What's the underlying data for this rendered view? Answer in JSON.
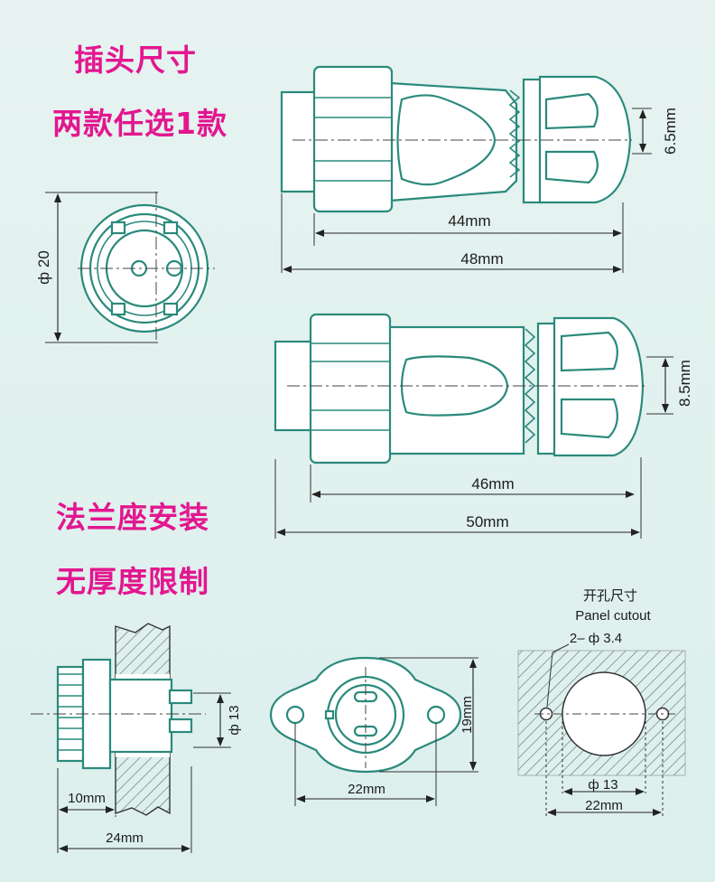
{
  "headings": {
    "plug_size": "插头尺寸",
    "two_models": "两款任选1款",
    "flange_mount": "法兰座安装",
    "no_thickness_limit": "无厚度限制"
  },
  "labels": {
    "phi20": "ф 20",
    "mm44": "44mm",
    "mm48": "48mm",
    "mm6_5": "6.5mm",
    "mm46": "46mm",
    "mm50": "50mm",
    "mm8_5": "8.5mm",
    "phi13": "ф 13",
    "mm10": "10mm",
    "mm24": "24mm",
    "mm19": "19mm",
    "mm22": "22mm"
  },
  "cutout": {
    "title": "开孔尺寸",
    "subtitle": "Panel cutout",
    "holes": "2– ф 3.4",
    "phi13": "ф 13",
    "mm22": "22mm"
  },
  "colors": {
    "heading": "#e3168f",
    "outline": "#2a8a7c",
    "background": "#e3f1ef"
  }
}
